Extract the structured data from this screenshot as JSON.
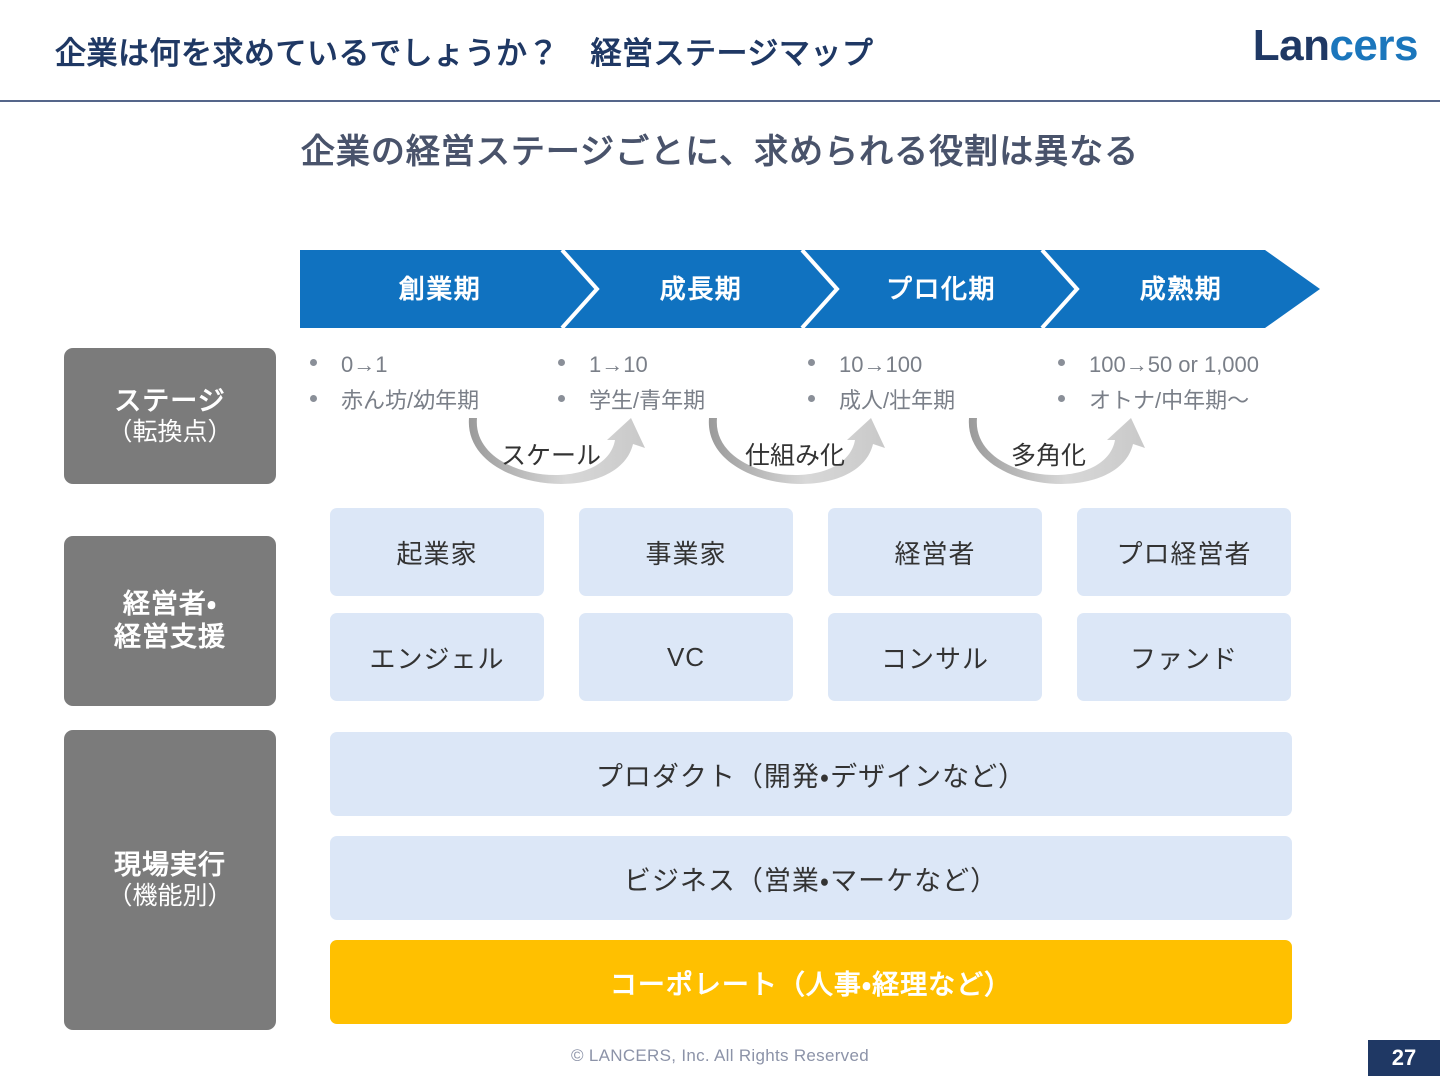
{
  "header": {
    "title": "企業は何を求めているでしょうか？　経営ステージマップ",
    "logo_dark": "Lan",
    "logo_light": "cers"
  },
  "subtitle": "企業の経営ステージごとに、求められる役割は異なる",
  "colors": {
    "banner_blue": "#1072C0",
    "navy": "#1F3864",
    "logo_blue": "#1B76BC",
    "category_gray": "#7B7B7B",
    "cell_light_blue": "#DCE7F7",
    "corporate_orange": "#FFC000",
    "rule_slate": "#55668A"
  },
  "stages": [
    {
      "label": "創業期",
      "bullets": [
        "0→1",
        "赤ん坊/幼年期"
      ]
    },
    {
      "label": "成長期",
      "bullets": [
        "1→10",
        "学生/青年期"
      ]
    },
    {
      "label": "プロ化期",
      "bullets": [
        "10→100",
        "成人/壮年期"
      ]
    },
    {
      "label": "成熟期",
      "bullets": [
        "100→50 or 1,000",
        "オトナ/中年期〜"
      ]
    }
  ],
  "transitions": [
    {
      "label": "スケール"
    },
    {
      "label": "仕組み化"
    },
    {
      "label": "多角化"
    }
  ],
  "categories": [
    {
      "main": "ステージ",
      "sub": "（転換点）"
    },
    {
      "main_line1": "経営者・",
      "main_line2": "経営支援"
    },
    {
      "main": "現場実行",
      "sub": "（機能別）"
    }
  ],
  "roles": {
    "row_leader": [
      "起業家",
      "事業家",
      "経営者",
      "プロ経営者"
    ],
    "row_support": [
      "エンジェル",
      "VC",
      "コンサル",
      "ファンド"
    ]
  },
  "functions": [
    {
      "label": "プロダクト（開発・デザインなど）",
      "style": "blue"
    },
    {
      "label": "ビジネス（営業・マーケなど）",
      "style": "blue"
    },
    {
      "label": "コーポレート（人事・経理など）",
      "style": "orange"
    }
  ],
  "footer": {
    "copyright": "© LANCERS, Inc. All Rights Reserved",
    "page_number": "27"
  }
}
